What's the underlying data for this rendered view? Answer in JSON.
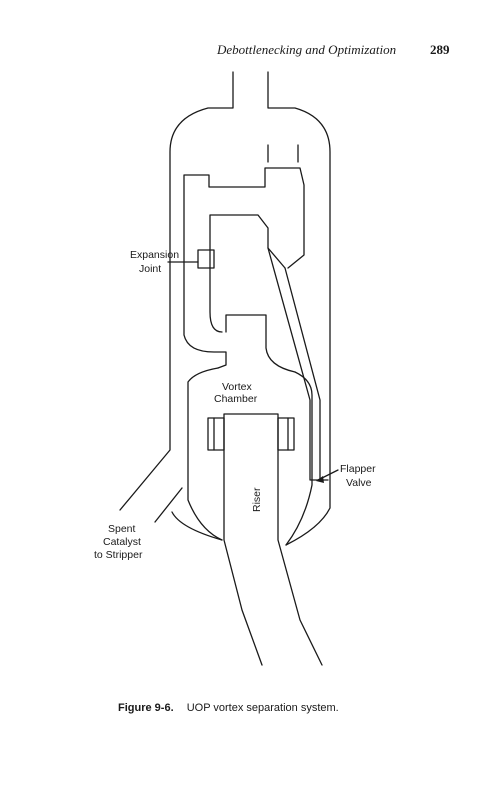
{
  "header": {
    "title": "Debottlenecking and Optimization",
    "page_number": "289"
  },
  "labels": {
    "expansion_joint_line1": "Expansion",
    "expansion_joint_line2": "Joint",
    "vortex_chamber_line1": "Vortex",
    "vortex_chamber_line2": "Chamber",
    "flapper_valve_line1": "Flapper",
    "flapper_valve_line2": "Valve",
    "spent_catalyst_line1": "Spent",
    "spent_catalyst_line2": "Catalyst",
    "spent_catalyst_line3": "to Stripper",
    "riser": "Riser"
  },
  "caption": {
    "label": "Figure 9-6.",
    "text": "UOP vortex separation system."
  }
}
